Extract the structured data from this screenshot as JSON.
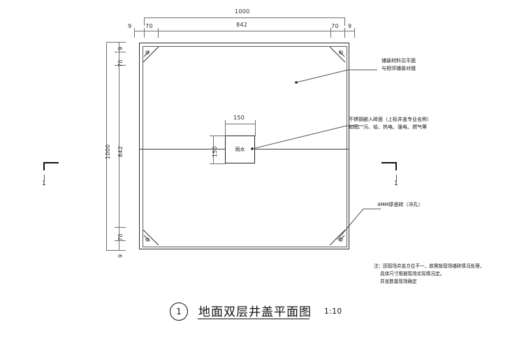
{
  "drawing": {
    "title": "地面双层井盖平面图",
    "detail_number": "1",
    "scale": "1:10"
  },
  "dimensions": {
    "top": {
      "overall": "1000",
      "inner": "842",
      "edge_left": "9",
      "offset_left": "70",
      "offset_right": "70",
      "edge_right": "9"
    },
    "left": {
      "overall": "1000",
      "inner": "842",
      "edge_top": "9",
      "offset_top": "70",
      "offset_bottom": "70",
      "edge_bottom": "9"
    },
    "drain": {
      "width": "150",
      "height": "150"
    }
  },
  "drain_box": {
    "label": "雨水"
  },
  "section_markers": {
    "left_label": "1",
    "right_label": "1"
  },
  "annotations": {
    "paving": {
      "line1": "铺装材料见平面",
      "line2": "与相邻铺装对缝"
    },
    "steel": {
      "line1": "不锈钢嵌入砖面（上标井盖专业名称）",
      "line2": "如雨、污、给、热电、强电、燃气等"
    },
    "tile": {
      "line1": "4MM厚瓷砖（冲孔）"
    }
  },
  "notes": {
    "line1": "注：因现场井盖方位不一，故需按现场铺砖情况处理，",
    "line2": "具体尺寸根据现场实际情况定。",
    "line3": "井盖数量现场确定"
  }
}
